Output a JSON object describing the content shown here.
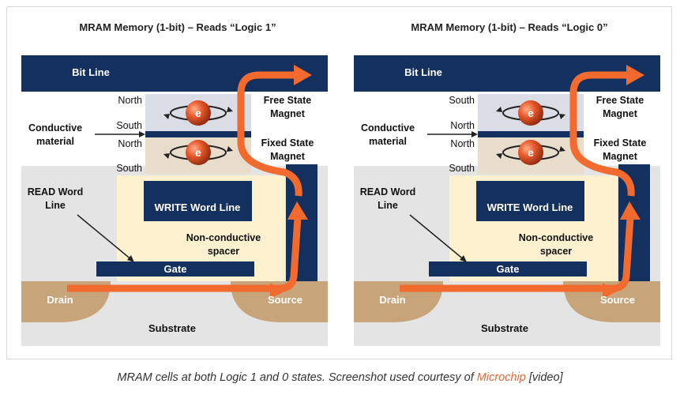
{
  "panels": [
    {
      "title": "MRAM Memory (1-bit) – Reads “Logic 1”",
      "bit_line": "Bit Line",
      "free_top_pole": "North",
      "free_bottom_pole": "South",
      "fixed_top_pole": "North",
      "fixed_bottom_pole": "South",
      "conductive_material": [
        "Conductive",
        "material"
      ],
      "free_state_magnet": [
        "Free State",
        "Magnet"
      ],
      "fixed_state_magnet": [
        "Fixed State",
        "Magnet"
      ],
      "read_word_line": [
        "READ Word",
        "Line"
      ],
      "write_word_line": "WRITE Word Line",
      "non_conductive_spacer": [
        "Non-conductive",
        "spacer"
      ],
      "gate": "Gate",
      "drain": "Drain",
      "source": "Source",
      "substrate": "Substrate",
      "electron": "e"
    },
    {
      "title": "MRAM Memory (1-bit) – Reads “Logic 0”",
      "bit_line": "Bit Line",
      "free_top_pole": "South",
      "free_bottom_pole": "North",
      "fixed_top_pole": "North",
      "fixed_bottom_pole": "South",
      "conductive_material": [
        "Conductive",
        "material"
      ],
      "free_state_magnet": [
        "Free State",
        "Magnet"
      ],
      "fixed_state_magnet": [
        "Fixed State",
        "Magnet"
      ],
      "read_word_line": [
        "READ Word",
        "Line"
      ],
      "write_word_line": "WRITE Word Line",
      "non_conductive_spacer": [
        "Non-conductive",
        "spacer"
      ],
      "gate": "Gate",
      "drain": "Drain",
      "source": "Source",
      "substrate": "Substrate",
      "electron": "e"
    }
  ],
  "caption": {
    "text": "MRAM cells at both Logic 1 and 0 states. Screenshot used courtesy of ",
    "link": "Microchip",
    "suffix": " [video]"
  },
  "colors": {
    "navy": "#14305e",
    "spacer": "#fdf1cf",
    "substrate": "#e4e4e4",
    "doped": "#c8a47a",
    "free_magnet": "#dadce6",
    "fixed_magnet": "#e8dccb",
    "arrow": "#f26a2e"
  }
}
